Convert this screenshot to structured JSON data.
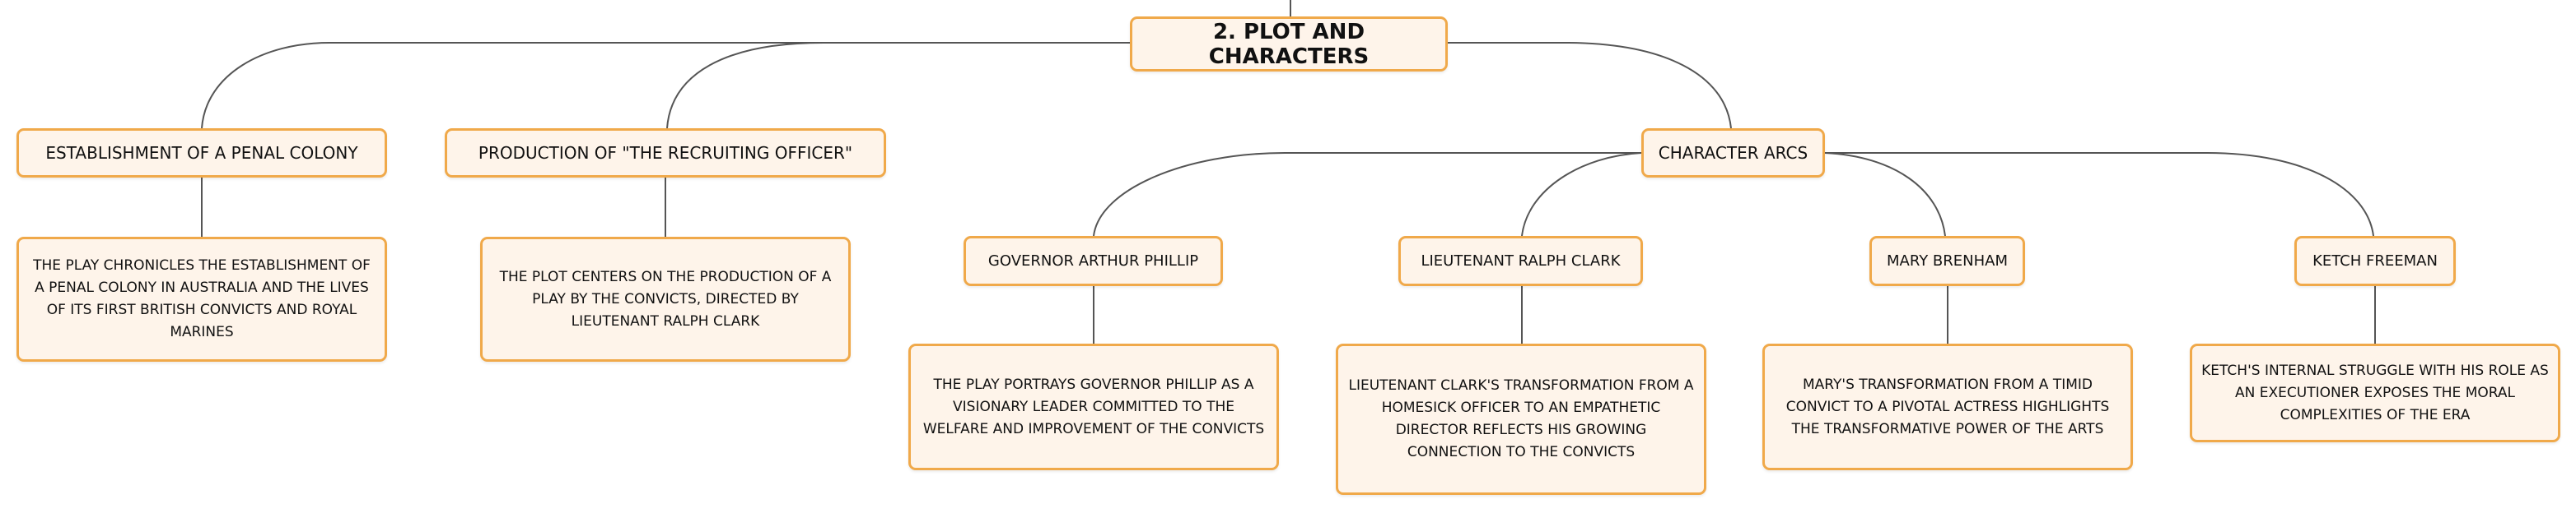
{
  "root": {
    "label": "2. PLOT AND CHARACTERS"
  },
  "branches": [
    {
      "label": "ESTABLISHMENT OF A PENAL COLONY",
      "description": "THE PLAY CHRONICLES THE ESTABLISHMENT OF A PENAL COLONY IN AUSTRALIA AND THE LIVES OF ITS FIRST BRITISH CONVICTS AND ROYAL MARINES"
    },
    {
      "label": "PRODUCTION OF \"THE RECRUITING OFFICER\"",
      "description": "THE PLOT CENTERS ON THE PRODUCTION OF A PLAY BY THE CONVICTS, DIRECTED BY LIEUTENANT RALPH CLARK"
    },
    {
      "label": "CHARACTER ARCS",
      "children": [
        {
          "label": "GOVERNOR ARTHUR PHILLIP",
          "description": "THE PLAY PORTRAYS GOVERNOR PHILLIP AS A VISIONARY LEADER COMMITTED TO THE WELFARE AND IMPROVEMENT OF THE CONVICTS"
        },
        {
          "label": "LIEUTENANT RALPH CLARK",
          "description": "LIEUTENANT CLARK'S TRANSFORMATION FROM A HOMESICK OFFICER TO AN EMPATHETIC DIRECTOR REFLECTS HIS GROWING CONNECTION TO THE CONVICTS"
        },
        {
          "label": "MARY BRENHAM",
          "description": "MARY'S TRANSFORMATION FROM A TIMID CONVICT TO A PIVOTAL ACTRESS HIGHLIGHTS THE TRANSFORMATIVE POWER OF THE ARTS"
        },
        {
          "label": "KETCH FREEMAN",
          "description": "KETCH'S INTERNAL STRUGGLE WITH HIS ROLE AS AN EXECUTIONER EXPOSES THE MORAL COMPLEXITIES OF THE ERA"
        }
      ]
    }
  ],
  "colors": {
    "node_fill": "#fef4ea",
    "node_border": "#f0a94a",
    "connector": "#555555",
    "text": "#111111"
  }
}
